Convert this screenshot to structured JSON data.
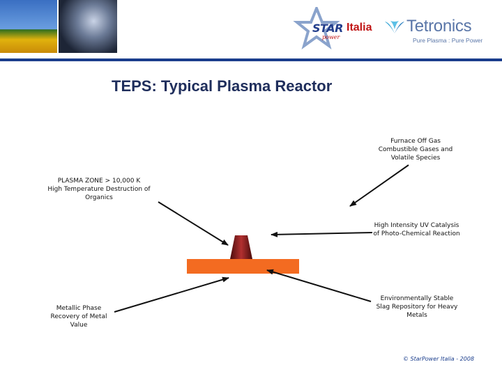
{
  "header": {
    "brand_star_word": "STAR",
    "brand_star_sub": "power",
    "brand_star_country": "Italia",
    "brand_partner_word": "Tetronics",
    "brand_partner_tagline": "Pure Plasma : Pure Power"
  },
  "slide": {
    "title": "TEPS: Typical Plasma Reactor"
  },
  "callouts": {
    "offgas": "Furnace Off Gas\nCombustible Gases and\nVolatile Species",
    "plasma_zone": "PLASMA ZONE > 10,000 K\nHigh Temperature Destruction of\nOrganics",
    "uv": "High Intensity UV Catalysis\nof Photo-Chemical Reaction",
    "slag": "Environmentally Stable\nSlag Repository for Heavy\nMetals",
    "metal": "Metallic Phase\nRecovery of Metal\nValue"
  },
  "footer": {
    "copyright": "© StarPower Italia - 2008"
  },
  "colors": {
    "header_rule": "#1a3d8c",
    "title": "#1f2e5c",
    "hearth": "#f36b21",
    "plasma_column_dark": "#4b0c0c",
    "plasma_column_light": "#b23030",
    "arrow": "#111111"
  }
}
